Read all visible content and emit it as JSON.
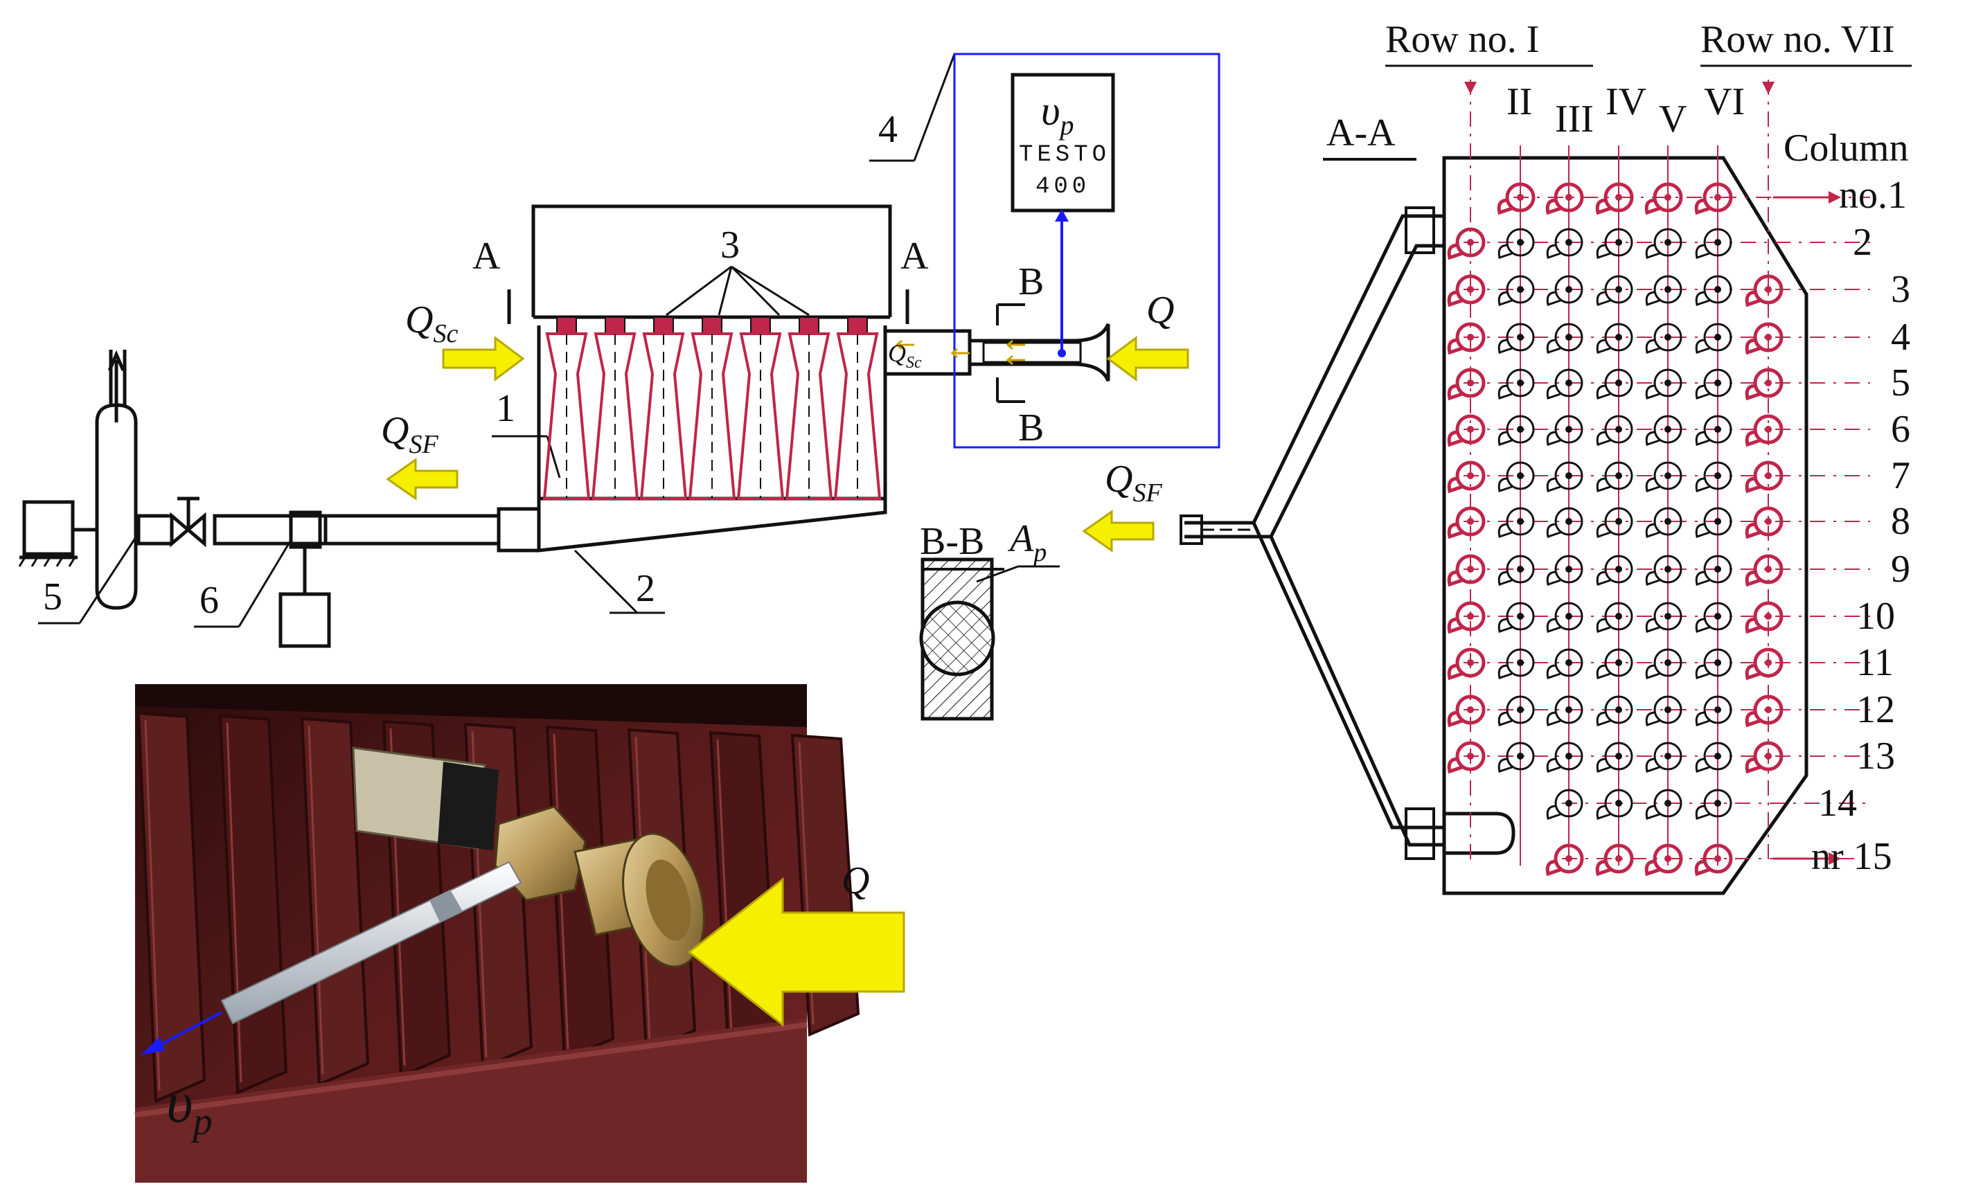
{
  "colors": {
    "line": "#111111",
    "device": "#c0254a",
    "arrow_fill": "#f5f000",
    "arrow_edge": "#b8a800",
    "box_blue": "#1a1aff",
    "photo_dark": "#3a1212",
    "photo_mid": "#7a2a2a",
    "brass": "#b89a5a"
  },
  "left_diagram": {
    "section_a_left": "A",
    "section_a_right": "A",
    "devices_label": "3",
    "label_1": "1",
    "label_2": "2",
    "label_4": "4",
    "label_5": "5",
    "label_6": "6",
    "label_b_top": "B",
    "label_b_bottom": "B",
    "q_sc_main": "Q",
    "q_sc_main_sub": "Sc",
    "q_sc_small": "Q",
    "q_sc_small_sub": "Sc",
    "q_sf": "Q",
    "q_sf_sub": "SF",
    "q_inlet": "Q",
    "meter_symbol": "υ",
    "meter_symbol_sub": "p",
    "meter_brand": "TESTO",
    "meter_model": "400",
    "section_bb": "B-B",
    "area_symbol": "A",
    "area_symbol_sub": "p"
  },
  "right_diagram": {
    "section_label": "A-A",
    "q_sf": "Q",
    "q_sf_sub": "SF",
    "row_first": "Row no. I",
    "row_last": "Row no. VII",
    "row_numerals": [
      "II",
      "III",
      "IV",
      "V",
      "VI"
    ],
    "column_word": "Column",
    "column_first": "no.1",
    "column_numbers": [
      "2",
      "3",
      "4",
      "5",
      "6",
      "7",
      "8",
      "9",
      "10",
      "11",
      "12",
      "13",
      "14"
    ],
    "column_last": "nr 15"
  },
  "photo": {
    "q_label": "Q",
    "velocity_symbol": "υ",
    "velocity_sub": "p"
  }
}
